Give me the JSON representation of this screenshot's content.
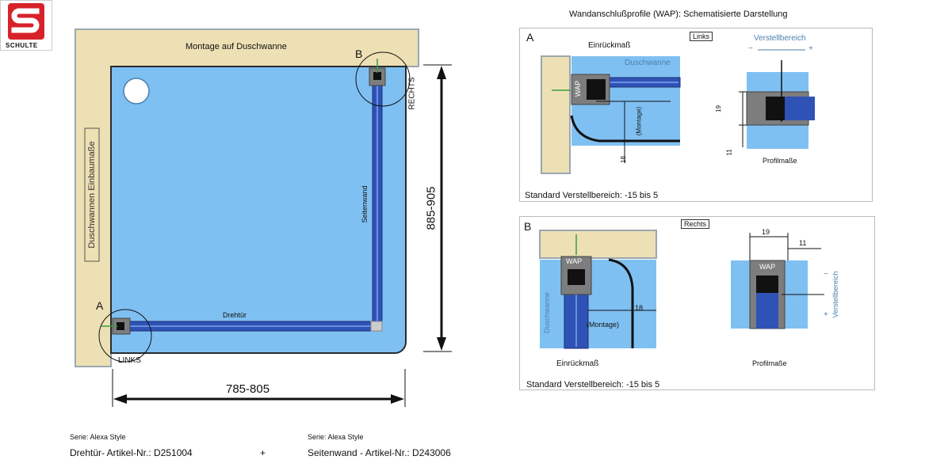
{
  "logo": {
    "brand": "SCHULTE",
    "color": "#d8222a"
  },
  "plan": {
    "montage_label": "Montage auf Duschwanne",
    "einbau_label": "Duschwannen Einbaumaße",
    "corner_a": "A",
    "corner_b": "B",
    "links": "LINKS",
    "rechts": "RECHTS",
    "drehtuer": "Drehtür",
    "seitenwand": "Seitenwand",
    "width_dim": "785-805",
    "depth_dim": "885-905"
  },
  "wap": {
    "title": "Wandanschlußprofile (WAP): Schematisierte Darstellung",
    "panel_a": {
      "letter": "A",
      "side_tag": "Links",
      "einrueck": "Einrückmaß",
      "duschwanne": "Duschwanne",
      "wap": "WAP",
      "montage": "(Montage)",
      "dim18": "18",
      "verstellbereich": "Verstellbereich",
      "minus": "−",
      "plus": "+",
      "dim19": "19",
      "dim11": "11",
      "profilmasse": "Profilmaße",
      "standard": "Standard Verstellbereich: -15 bis 5"
    },
    "panel_b": {
      "letter": "B",
      "side_tag": "Rechts",
      "wap": "WAP",
      "duschwanne": "Duschwanne",
      "montage": "(Montage)",
      "dim18": "18",
      "einrueck": "Einrückmaß",
      "dim19": "19",
      "dim11": "11",
      "verstellbereich": "Verstellbereich",
      "minus": "−",
      "plus": "+",
      "profilmasse": "Profilmaße",
      "standard": "Standard Verstellbereich: -15 bis 5"
    }
  },
  "footer": {
    "serie1": "Serie: Alexa Style",
    "article1": "Drehtür- Artikel-Nr.: D251004",
    "plus": "+",
    "serie2": "Serie: Alexa Style",
    "article2": "Seitenwand - Artikel-Nr.: D243006"
  },
  "colors": {
    "wall": "#ede0b4",
    "tray": "#7fc0f2",
    "glass": "#2f52b6",
    "border": "#9aa7b0"
  }
}
